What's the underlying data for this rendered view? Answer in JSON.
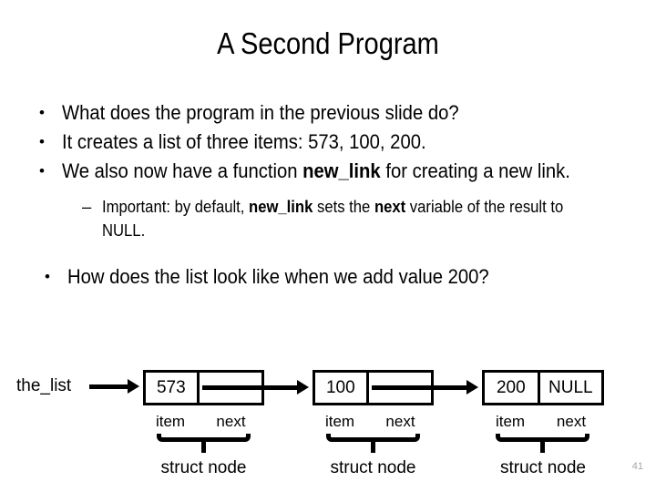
{
  "slide": {
    "title": "A Second Program",
    "number": "41",
    "number_color": "#a6a6a6"
  },
  "bullets": [
    {
      "level": 1,
      "marker": "•",
      "parts": [
        {
          "text": "What does the program in the previous slide do?",
          "bold": false
        }
      ]
    },
    {
      "level": 1,
      "marker": "•",
      "parts": [
        {
          "text": "It creates a list of three items: 573, 100, 200.",
          "bold": false
        }
      ]
    },
    {
      "level": 1,
      "marker": "•",
      "parts": [
        {
          "text": "We also now have a function ",
          "bold": false
        },
        {
          "text": "new_link",
          "bold": true
        },
        {
          "text": " for creating a new link.",
          "bold": false
        }
      ]
    },
    {
      "level": 2,
      "marker": "–",
      "parts": [
        {
          "text": "Important: by default, ",
          "bold": false
        },
        {
          "text": "new_link",
          "bold": true
        },
        {
          "text": " sets the ",
          "bold": false
        },
        {
          "text": "next",
          "bold": true
        },
        {
          "text": " variable of the result to NULL.",
          "bold": false
        }
      ]
    },
    {
      "level": 1,
      "marker": "•",
      "parts": [
        {
          "text": "How does the list look like when we add value 200?",
          "bold": false
        }
      ]
    }
  ],
  "diagram": {
    "pointer_label": "the_list",
    "field_labels": {
      "item": "item",
      "next": "next"
    },
    "struct_label": "struct node",
    "nodes": [
      {
        "item": "573",
        "next": "",
        "next_is_pointer": true
      },
      {
        "item": "100",
        "next": "",
        "next_is_pointer": true
      },
      {
        "item": "200",
        "next": "NULL",
        "next_is_pointer": false
      }
    ]
  }
}
